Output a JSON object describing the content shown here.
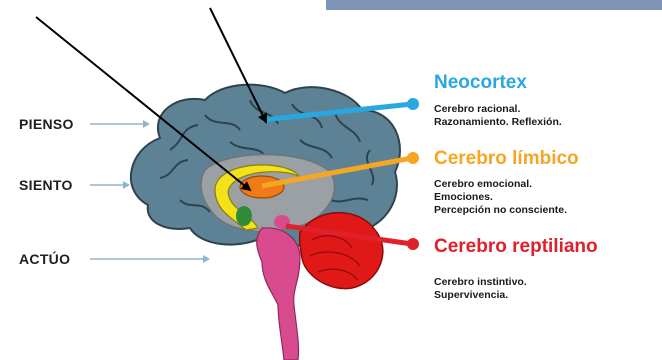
{
  "side_labels": {
    "think": "PIENSO",
    "feel": "SIENTO",
    "act": "ACTÚO"
  },
  "regions": {
    "neocortex": {
      "title": "Neocortex",
      "lines": [
        "Cerebro racional.",
        "Razonamiento. Reflexión."
      ],
      "color": "#29a8e0"
    },
    "limbic": {
      "title": "Cerebro límbico",
      "lines": [
        "Cerebro emocional.",
        "Emociones.",
        "Percepción no consciente."
      ],
      "color": "#f5a623"
    },
    "reptilian": {
      "title": "Cerebro reptiliano",
      "lines": [
        "Cerebro instintivo.",
        "Supervivencia."
      ],
      "color": "#e0202a"
    }
  },
  "colors": {
    "cortex": "#5d8295",
    "cortex_dark": "#3d5a6a",
    "gray_matter": "#9aa0a4",
    "limbic_yellow": "#f3e11a",
    "limbic_orange": "#f07a18",
    "limbic_green": "#2f8a3a",
    "brainstem": "#d84c8f",
    "cerebellum": "#e01818",
    "top_bar": "#7f93b6"
  }
}
